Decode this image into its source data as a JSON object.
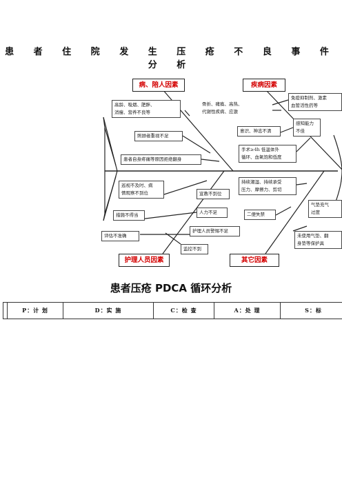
{
  "title": "患 者 住 院 发 生 压 疮 不 良 事 件 分 析",
  "categories": {
    "patient": "病、陪人因素",
    "disease": "疾病因素",
    "nursing": "护理人员因素",
    "other": "其它因素"
  },
  "causes": {
    "age_smoking": "高龄、吸烟、肥胖、\n消瘦、营养不良等",
    "caregiver": "照顾者重视不足",
    "refuse_turn": "患者自身疼痛等原因拒绝翻身",
    "fracture": "骨折、瘫痪、高热、\n代谢性疾病、应激",
    "immuno": "免疫抑制剂、激素\n血管活性药等",
    "consciousness": "意识、神志不清",
    "sensation": "感知能力\n不佳",
    "surgery": "手术≥4h 低温体外\n循环、血氧饱和低度",
    "pressure": "持续潮湿、持续承受\n压力、摩擦力、剪切",
    "observe": "巡视不及时、病\n情观察不到位",
    "education": "宣教不到位",
    "measures": "措施不得当",
    "staff": "人力不足",
    "incontinence": "二便失禁",
    "cushion": "气垫充气\n过度",
    "vigilance": "护理人员警惕不足",
    "evaluation": "评估不准确",
    "monitor": "监控不到",
    "no_cushion": "未使用气垫、翻\n身垫等保护具"
  },
  "pdca_title": "患者压疮 PDCA 循环分析",
  "phases": [
    "P：计 划",
    "D：实 施",
    "C：检 查",
    "A：处 理",
    "S：标"
  ]
}
